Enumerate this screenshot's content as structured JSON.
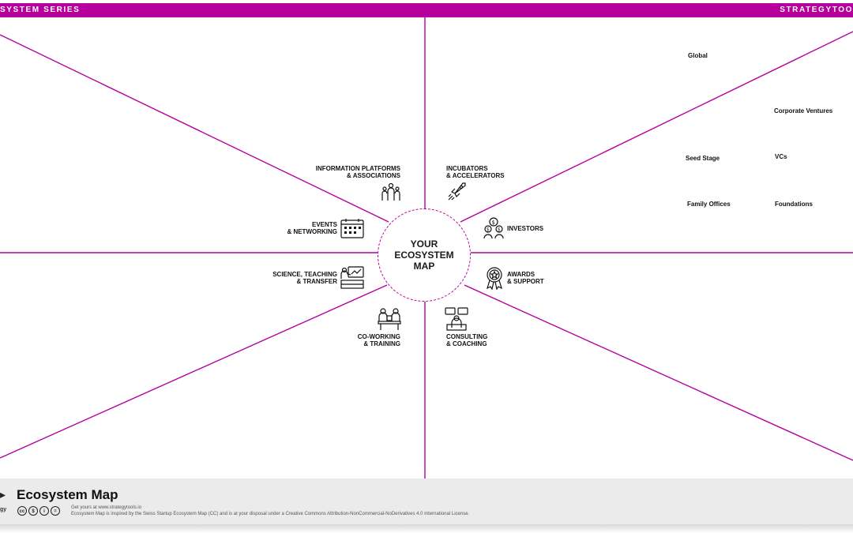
{
  "header": {
    "left_text": "SYSTEM SERIES",
    "right_text": "STRATEGYTOO"
  },
  "center": {
    "label": "YOUR\nECOSYSTEM\nMAP"
  },
  "categories": {
    "information_platforms": "INFORMATION PLATFORMS\n& ASSOCIATIONS",
    "incubators": "INCUBATORS\n& ACCELERATORS",
    "events": "EVENTS\n& NETWORKING",
    "investors": "INVESTORS",
    "science": "SCIENCE, TEACHING\n& TRANSFER",
    "awards": "AWARDS\n& SUPPORT",
    "coworking": "CO-WORKING\n& TRAINING",
    "consulting": "CONSULTING\n& COACHING"
  },
  "investor_types": {
    "global": "Global",
    "corporate_ventures": "Corporate Ventures",
    "seed_stage": "Seed Stage",
    "vcs": "VCs",
    "family_offices": "Family Offices",
    "foundations": "Foundations"
  },
  "footer": {
    "title": "Ecosystem Map",
    "logo_text": "gy",
    "get_yours": "Get yours at www.strategytools.io",
    "license": "Ecosystem Map is inspired by the Swiss Startup Ecosystem Map (CC) and is at your disposal under a Creative Commons Attribution-NonCommercial-NoDerivatives 4.0 International License.",
    "cc_icons": [
      "cc",
      "$",
      "i",
      "="
    ]
  },
  "colors": {
    "accent": "#b5009d",
    "footer_bg": "#ebebeb"
  }
}
